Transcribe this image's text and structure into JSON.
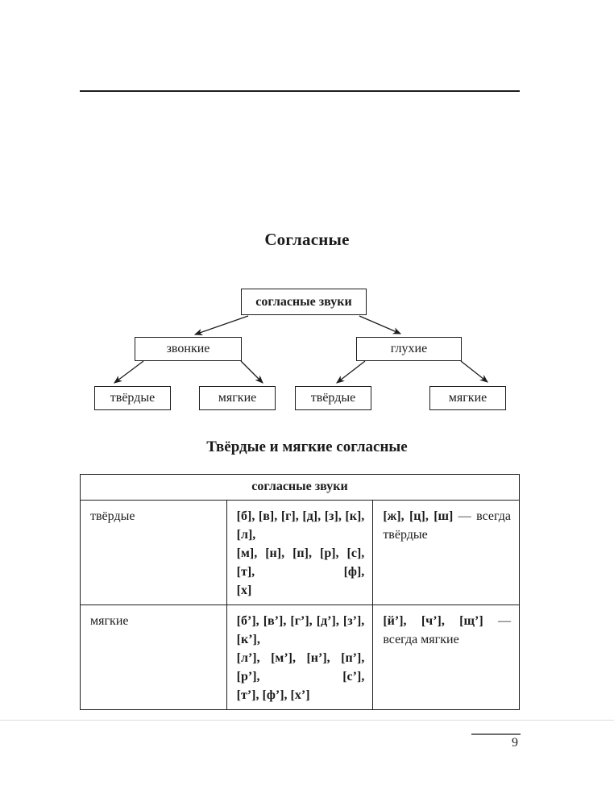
{
  "page": {
    "title": "Согласные",
    "section_title": "Твёрдые и мягкие согласные",
    "page_number": "9"
  },
  "diagram": {
    "root": "согласные звуки",
    "branches": [
      {
        "label": "звонкие",
        "children": [
          "твёрдые",
          "мягкие"
        ]
      },
      {
        "label": "глухие",
        "children": [
          "твёрдые",
          "мягкие"
        ]
      }
    ]
  },
  "table": {
    "header": "согласные звуки",
    "rows": [
      {
        "label": "твёрдые",
        "sounds_lines": [
          [
            {
              "text": "[б], [в], [г], [д], [з], [к], [л],",
              "bold": true
            }
          ],
          [
            {
              "text": "[м], [н], [п], [р], [с], [т], [ф],",
              "bold": true
            }
          ],
          [
            {
              "text": "[х]",
              "bold": true
            }
          ]
        ],
        "always_lines": [
          [
            {
              "text": "[ж], [ц], [ш]",
              "bold": true
            },
            {
              "text": " — всегда",
              "bold": false
            }
          ],
          [
            {
              "text": "твёрдые",
              "bold": false
            }
          ]
        ]
      },
      {
        "label": "мягкие",
        "sounds_lines": [
          [
            {
              "text": "[б’], [в’], [г’], [д’], [з’], [к’],",
              "bold": true
            }
          ],
          [
            {
              "text": "[л’], [м’], [н’], [п’], [р’], [с’],",
              "bold": true
            }
          ],
          [
            {
              "text": "[т’], [ф’], [х’]",
              "bold": true
            }
          ]
        ],
        "always_lines": [
          [
            {
              "text": "[й’], [ч’], [щ’]",
              "bold": true
            },
            {
              "text": " —",
              "bold": false
            }
          ],
          [
            {
              "text": "всегда мягкие",
              "bold": false
            }
          ]
        ]
      }
    ]
  }
}
